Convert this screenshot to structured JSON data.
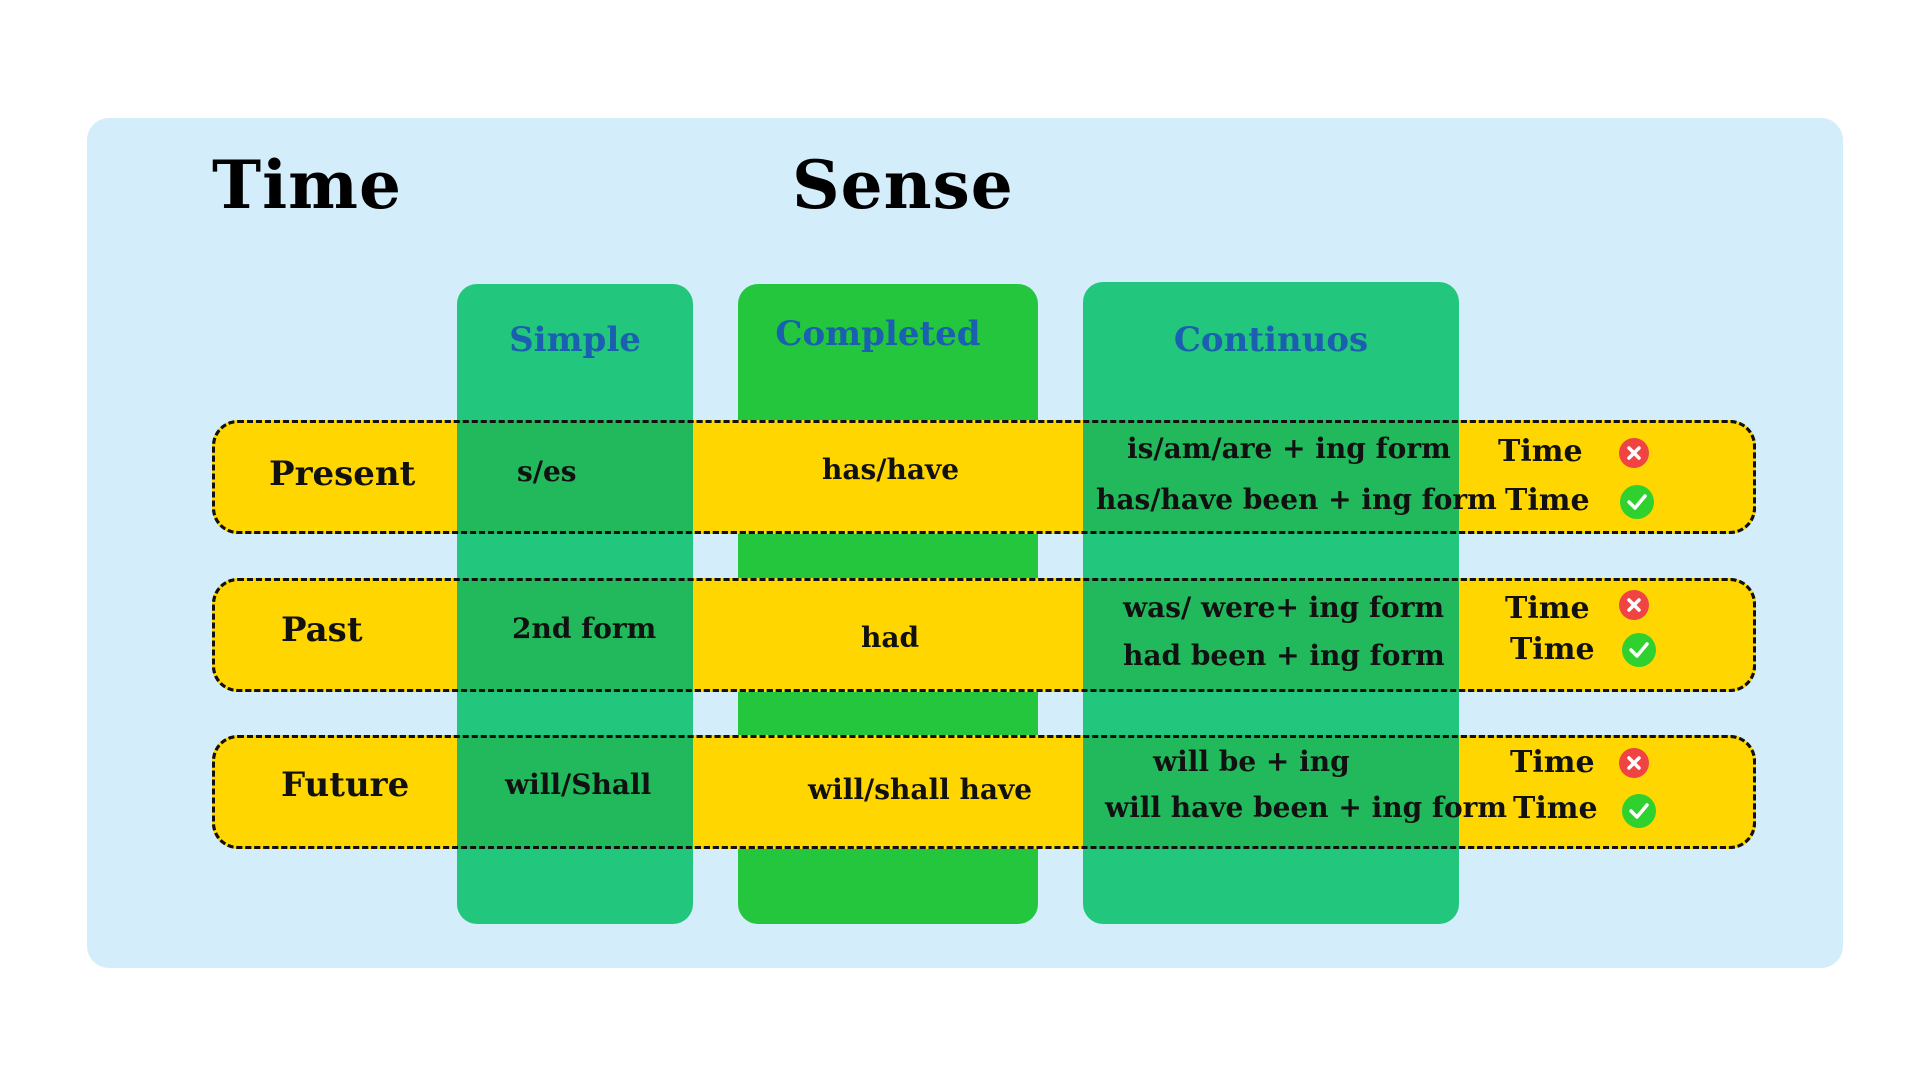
{
  "headings": {
    "time": "Time",
    "sense": "Sense"
  },
  "columns": [
    {
      "key": "simple",
      "label": "Simple"
    },
    {
      "key": "completed",
      "label": "Completed"
    },
    {
      "key": "continuos",
      "label": "Continuos"
    }
  ],
  "rows": [
    {
      "tense": "Present",
      "simple": "s/es",
      "completed": "has/have",
      "continuos": [
        "is/am/are + ing form",
        "has/have been + ing form"
      ],
      "time_labels": [
        "Time",
        "Time"
      ]
    },
    {
      "tense": "Past",
      "simple": "2nd form",
      "completed": "had",
      "continuos": [
        "was/ were+ ing form",
        "had been + ing form"
      ],
      "time_labels": [
        "Time",
        "Time"
      ]
    },
    {
      "tense": "Future",
      "simple": "will/Shall",
      "completed": "will/shall have",
      "continuos": [
        "will be + ing",
        "will have been + ing form"
      ],
      "time_labels": [
        "Time",
        "Time"
      ]
    }
  ],
  "icons": [
    "x-circle-icon",
    "check-circle-icon"
  ],
  "colors": {
    "panel": "#d4edfb",
    "row": "#ffd600",
    "simple_column": "#22c67c",
    "completed_column": "#23c63c",
    "continuos_column": "#22c67c",
    "column_title": "#1a5fb0",
    "x_icon": "#f04444",
    "check_icon": "#2ed12e"
  }
}
